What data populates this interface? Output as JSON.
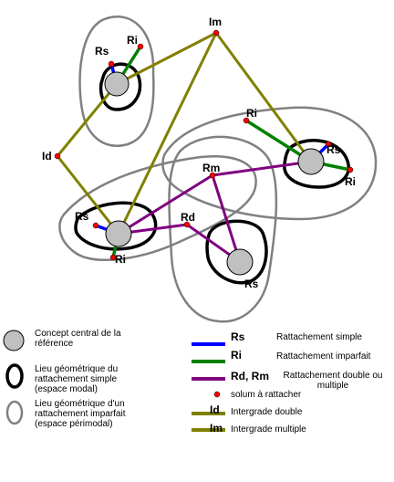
{
  "colors": {
    "simple": "#0000ff",
    "imparfait": "#008000",
    "double_multiple": "#800080",
    "intergrade": "#808000",
    "solum": "#ff0000",
    "center_fill": "#c0c0c0",
    "modal_loop": "#000000",
    "perimodal_loop": "#808080"
  },
  "labels": {
    "im": "Im",
    "id": "Id",
    "rd": "Rd",
    "rm": "Rm",
    "rs": "Rs",
    "ri": "Ri"
  },
  "legend": {
    "concept": "Concept central de la référence",
    "modal": "Lieu géométrique du rattachement simple (espace modal)",
    "perimodal": "Lieu géométrique d'un rattachement imparfait (espace périmodal)",
    "rs_key": "Rs",
    "rs_text": "Rattachement simple",
    "ri_key": "Ri",
    "ri_text": "Rattachement imparfait",
    "rdrm_key": "Rd, Rm",
    "rdrm_text": "Rattachement double ou multiple",
    "solum_text": "solum à rattacher",
    "id_key": "Id",
    "id_text": "Intergrade double",
    "im_key": "Im",
    "im_text": "Intergrade multiple"
  }
}
